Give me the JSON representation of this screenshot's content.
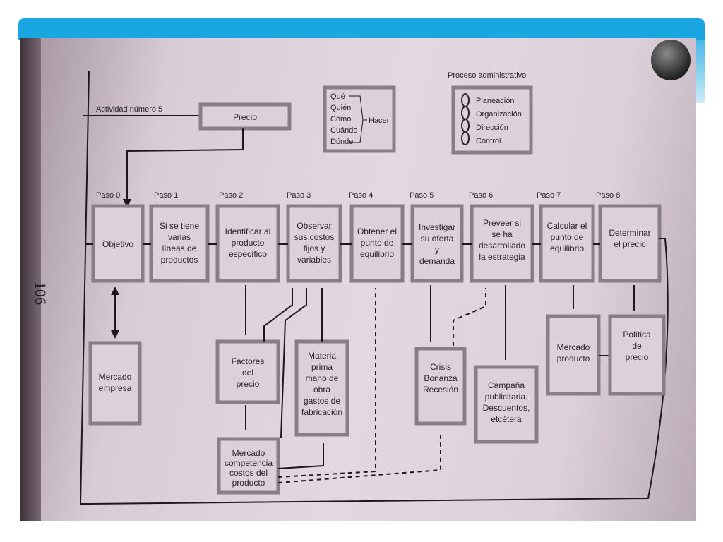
{
  "page_number": "106",
  "activity_label": "Actividad número 5",
  "price_box": "Precio",
  "questions_box": {
    "items": [
      "Qué",
      "Quién",
      "Cómo",
      "Cuándo",
      "Dónde"
    ],
    "verb": "Hacer"
  },
  "admin_process": {
    "title": "Proceso administrativo",
    "items": [
      "Planeación",
      "Organización",
      "Dirección",
      "Control"
    ]
  },
  "steps": [
    {
      "label": "Paso 0",
      "lines": [
        "Objetivo"
      ]
    },
    {
      "label": "Paso 1",
      "lines": [
        "Si se tiene",
        "varias",
        "líneas de",
        "productos"
      ]
    },
    {
      "label": "Paso 2",
      "lines": [
        "Identificar al",
        "producto",
        "específico"
      ]
    },
    {
      "label": "Paso 3",
      "lines": [
        "Observar",
        "sus costos",
        "fijos y",
        "variables"
      ]
    },
    {
      "label": "Paso 4",
      "lines": [
        "Obtener el",
        "punto de",
        "equilibrio"
      ]
    },
    {
      "label": "Paso 5",
      "lines": [
        "Investigar",
        "su oferta",
        "y",
        "demanda"
      ]
    },
    {
      "label": "Paso 6",
      "lines": [
        "Preveer si",
        "se ha",
        "desarrollado",
        "la estrategia"
      ]
    },
    {
      "label": "Paso 7",
      "lines": [
        "Calcular el",
        "punto de",
        "equilibrio"
      ]
    },
    {
      "label": "Paso 8",
      "lines": [
        "Determinar",
        "el precio"
      ]
    }
  ],
  "lower_boxes": {
    "mercado_empresa": [
      "Mercado",
      "empresa"
    ],
    "factores": [
      "Factores",
      "del",
      "precio"
    ],
    "materia": [
      "Materia",
      "prima",
      "mano de",
      "obra",
      "gastos de",
      "fabricación"
    ],
    "mercado_competencia": [
      "Mercado",
      "competencia",
      "costos del",
      "producto"
    ],
    "crisis": [
      "Crisis",
      "Bonanza",
      "Recesión"
    ],
    "campana": [
      "Campaña",
      "publicitaria.",
      "Descuentos,",
      "etcétera"
    ],
    "mercado_producto": [
      "Mercado",
      "producto"
    ],
    "politica": [
      "Política",
      "de",
      "precio"
    ]
  }
}
